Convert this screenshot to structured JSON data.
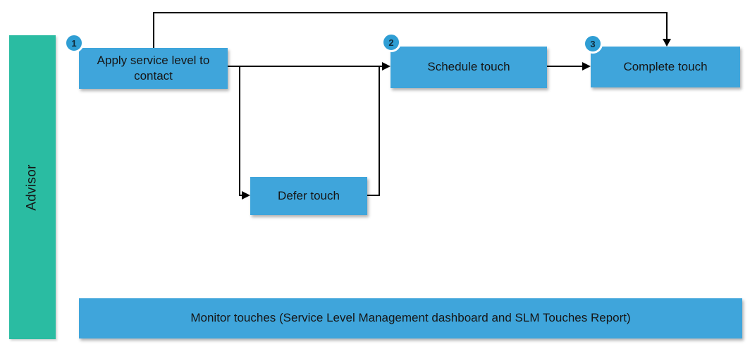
{
  "lane": {
    "label": "Advisor"
  },
  "steps": [
    {
      "number": "1",
      "label": "Apply service level to contact"
    },
    {
      "number": "2",
      "label": "Schedule touch"
    },
    {
      "number": "3",
      "label": "Complete touch"
    }
  ],
  "defer_box": {
    "label": "Defer touch"
  },
  "monitor_bar": {
    "label": "Monitor touches (Service Level Management dashboard and SLM Touches Report)"
  },
  "colors": {
    "box_blue": "#3fa5db",
    "badge_blue": "#2f9ed4",
    "lane_green": "#2abca2",
    "connector_black": "#000000",
    "text_dark": "#161616",
    "background": "#ffffff"
  }
}
